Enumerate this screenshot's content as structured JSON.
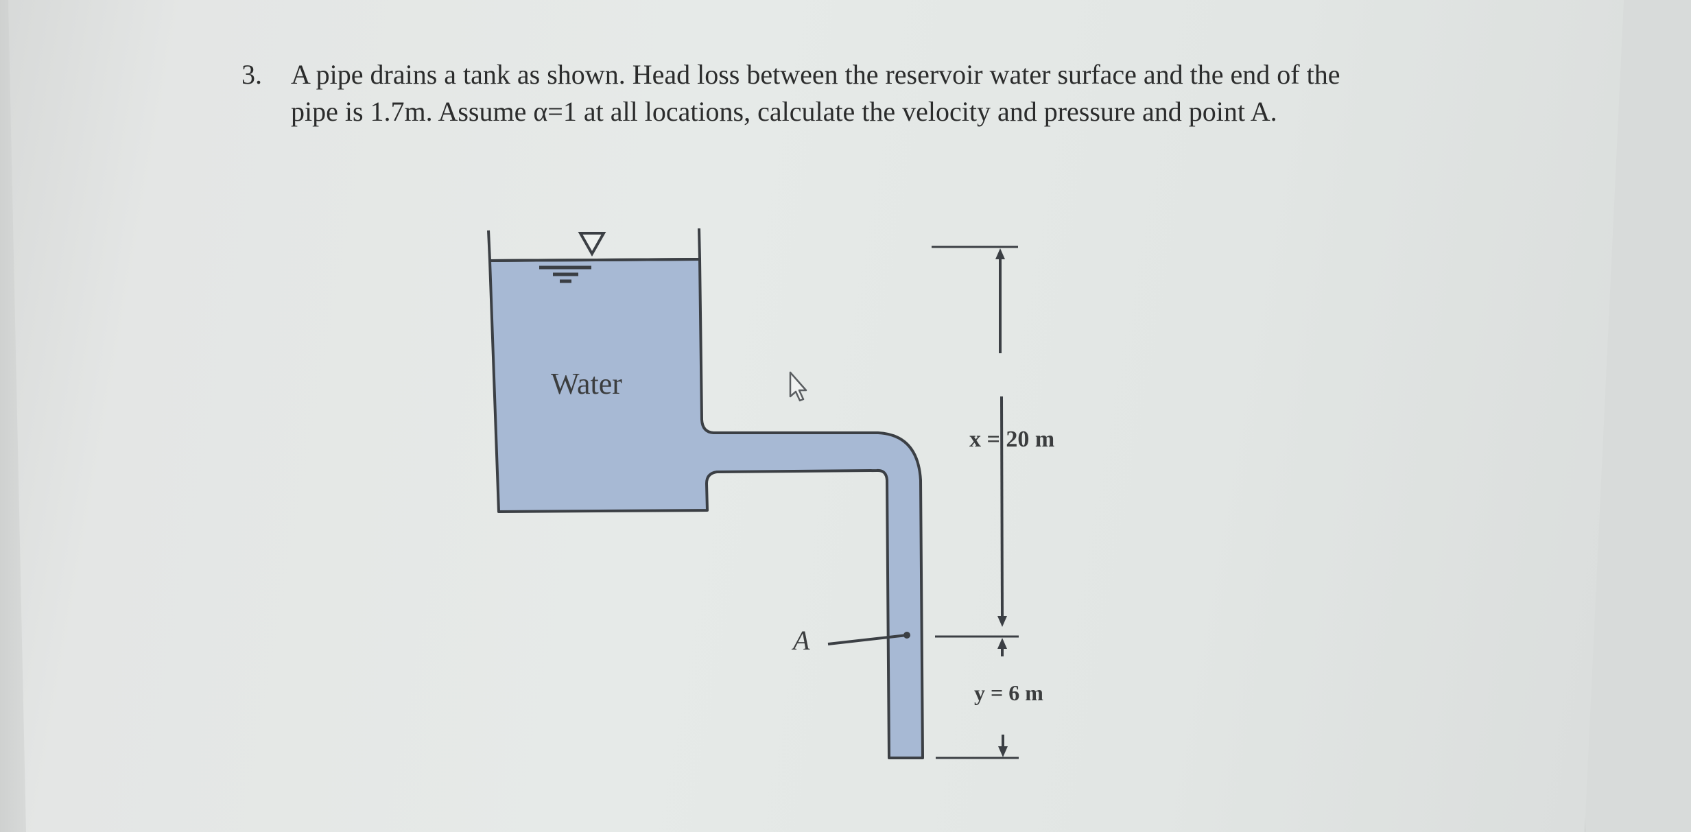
{
  "problem": {
    "number": "3.",
    "text": "A pipe drains a tank as shown. Head loss between the reservoir water surface and the end of the pipe is 1.7m. Assume α=1 at all locations, calculate the velocity and pressure and point A."
  },
  "diagram": {
    "tank_label": "Water",
    "point_label": "A",
    "x_dimension": "x = 20 m",
    "y_dimension": "y = 6 m",
    "water_surface_symbol": "water-surface-triangle",
    "colors": {
      "water_fill": "#a7b9d4",
      "outline": "#3b3f44",
      "paper": "#e6eae8"
    }
  },
  "cursor": {
    "icon": "mouse-pointer-arrow"
  }
}
